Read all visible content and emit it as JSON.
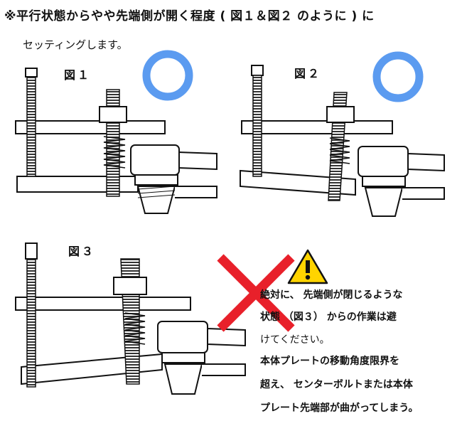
{
  "instructions": {
    "line1": "※平行状態からやや先端側が開く程度 ( 図１＆図２ のように ) に",
    "line2": "セッティングします。"
  },
  "figures": [
    {
      "label": "図１",
      "status_icon": "circle-ok-icon"
    },
    {
      "label": "図２",
      "status_icon": "circle-ok-icon"
    },
    {
      "label": "図３",
      "status_icon": "cross-ng-icon"
    }
  ],
  "warning": {
    "icon": "warning-triangle-icon",
    "lines": [
      "絶対に、 先端側が閉じるような",
      "状態 （図３） からの作業は避",
      "けてください。",
      "本体プレートの移動角度限界を",
      "超え、 センターボルトまたは本体",
      "プレート先端部が曲がってしまう。"
    ]
  },
  "colors": {
    "ok_circle": "#5b9bf0",
    "ng_cross": "#e8202a",
    "warning_fill": "#ffd400"
  }
}
